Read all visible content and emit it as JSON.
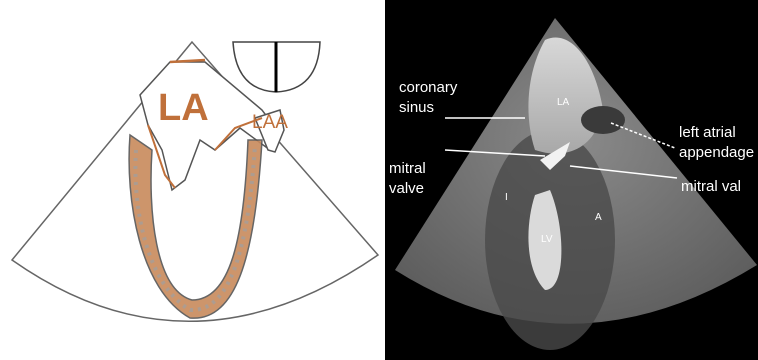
{
  "left": {
    "labels": {
      "la": "LA",
      "laa": "LAA"
    },
    "colors": {
      "outline": "#555555",
      "myocardium": "#c88a5c",
      "fill": "#b8b8b8"
    }
  },
  "right": {
    "labels": {
      "coronary_sinus_1": "coronary",
      "coronary_sinus_2": "sinus",
      "mitral_valve_left_1": "mitral",
      "mitral_valve_left_2": "valve",
      "left_atrial_1": "left atrial",
      "left_atrial_2": "appendage",
      "mitral_valve_right": "mitral val",
      "la": "LA",
      "lv": "LV",
      "i": "I",
      "a": "A"
    },
    "colors": {
      "background": "#000000",
      "sector": "#7a7a7a",
      "inner": "#5e5e5e",
      "label": "#ffffff"
    }
  }
}
